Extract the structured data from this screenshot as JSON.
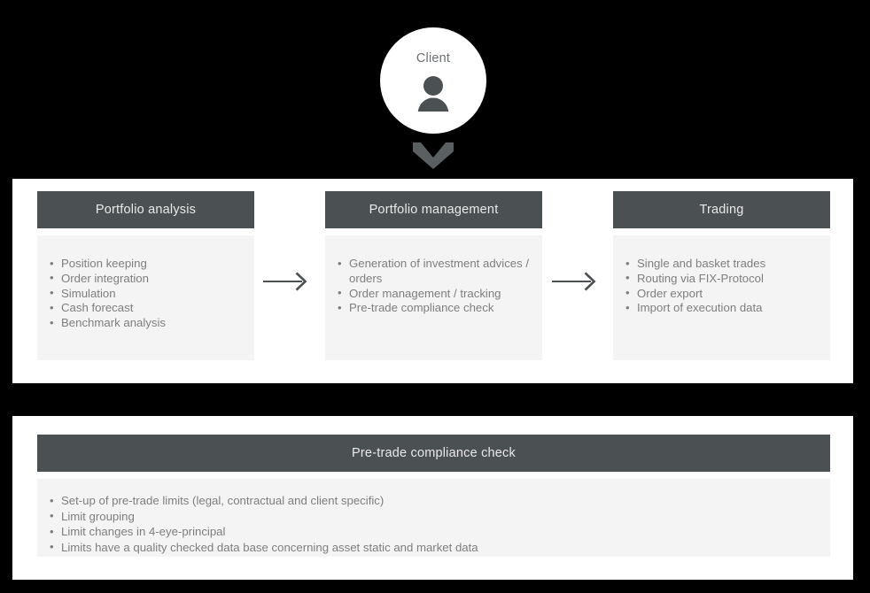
{
  "client": {
    "label": "Client",
    "person_icon": "person-icon",
    "chevron_icon": "chevron-down-icon"
  },
  "flow": {
    "arrows": [
      {
        "name": "arrow-right-icon"
      },
      {
        "name": "arrow-right-icon"
      }
    ],
    "columns": [
      {
        "title": "Portfolio analysis",
        "items": [
          "Position keeping",
          "Order integration",
          "Simulation",
          "Cash forecast",
          "Benchmark analysis"
        ]
      },
      {
        "title": "Portfolio management",
        "items": [
          "Generation of investment advices / orders",
          "Order management / tracking",
          "Pre-trade compliance check"
        ]
      },
      {
        "title": "Trading",
        "items": [
          "Single and basket trades",
          "Routing via FIX-Protocol",
          "Order export",
          "Import of execution data"
        ]
      }
    ]
  },
  "compliance": {
    "title": "Pre-trade compliance check",
    "items": [
      "Set-up of pre-trade limits (legal, contractual and client specific)",
      "Limit grouping",
      "Limit changes in 4-eye-principal",
      "Limits have a quality checked data base concerning asset static and market data"
    ]
  },
  "colors": {
    "background": "#000000",
    "panel": "#ffffff",
    "header_bar": "#4b5053",
    "body_bg": "#f4f4f4",
    "body_text": "#7e7e7e",
    "header_text": "#e9e9e9",
    "icon": "#4b5053",
    "chevron": "#5a5f61"
  }
}
